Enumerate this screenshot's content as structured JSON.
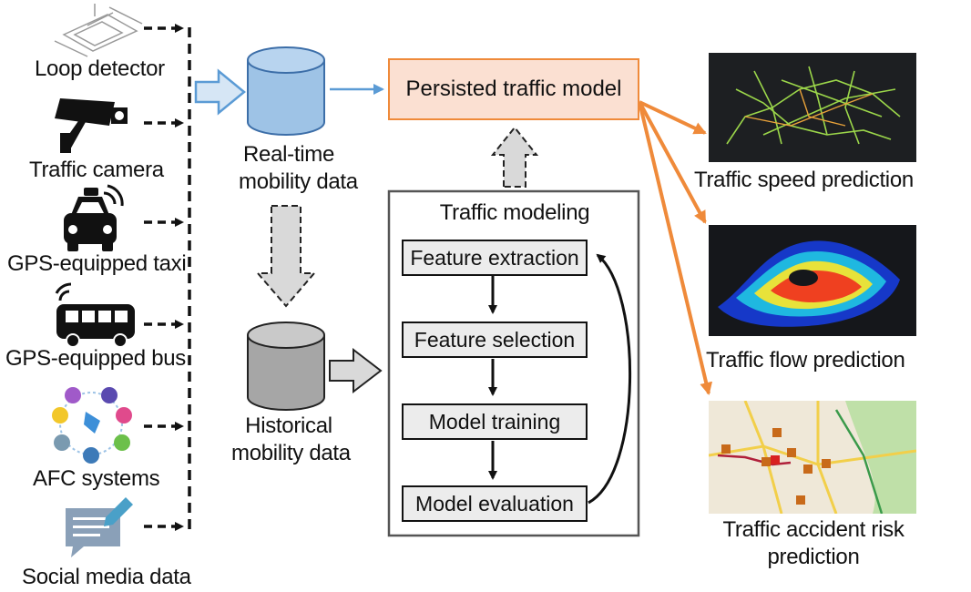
{
  "sources": [
    {
      "label": "Loop detector",
      "icon": "loop-detector-icon"
    },
    {
      "label": "Traffic camera",
      "icon": "traffic-camera-icon"
    },
    {
      "label": "GPS-equipped taxi",
      "icon": "taxi-icon"
    },
    {
      "label": "GPS-equipped bus",
      "icon": "bus-icon"
    },
    {
      "label": "AFC systems",
      "icon": "afc-network-icon"
    },
    {
      "label": "Social media data",
      "icon": "social-media-icon"
    }
  ],
  "realtime": {
    "line1": "Real-time",
    "line2": "mobility data"
  },
  "historical": {
    "line1": "Historical",
    "line2": "mobility data"
  },
  "persisted_model": "Persisted traffic model",
  "modeling": {
    "title": "Traffic modeling",
    "steps": [
      "Feature extraction",
      "Feature selection",
      "Model training",
      "Model evaluation"
    ]
  },
  "outputs": [
    {
      "label_line1": "Traffic speed prediction",
      "label_line2": ""
    },
    {
      "label_line1": "Traffic flow prediction",
      "label_line2": ""
    },
    {
      "label_line1": "Traffic accident risk",
      "label_line2": "prediction"
    }
  ],
  "colors": {
    "accent_orange": "#ef8a3a",
    "model_fill": "#fbe0d2",
    "cylinder_blue": "#9ec3e6",
    "arrow_blue": "#5b9bd5",
    "cylinder_gray": "#a6a6a6"
  }
}
